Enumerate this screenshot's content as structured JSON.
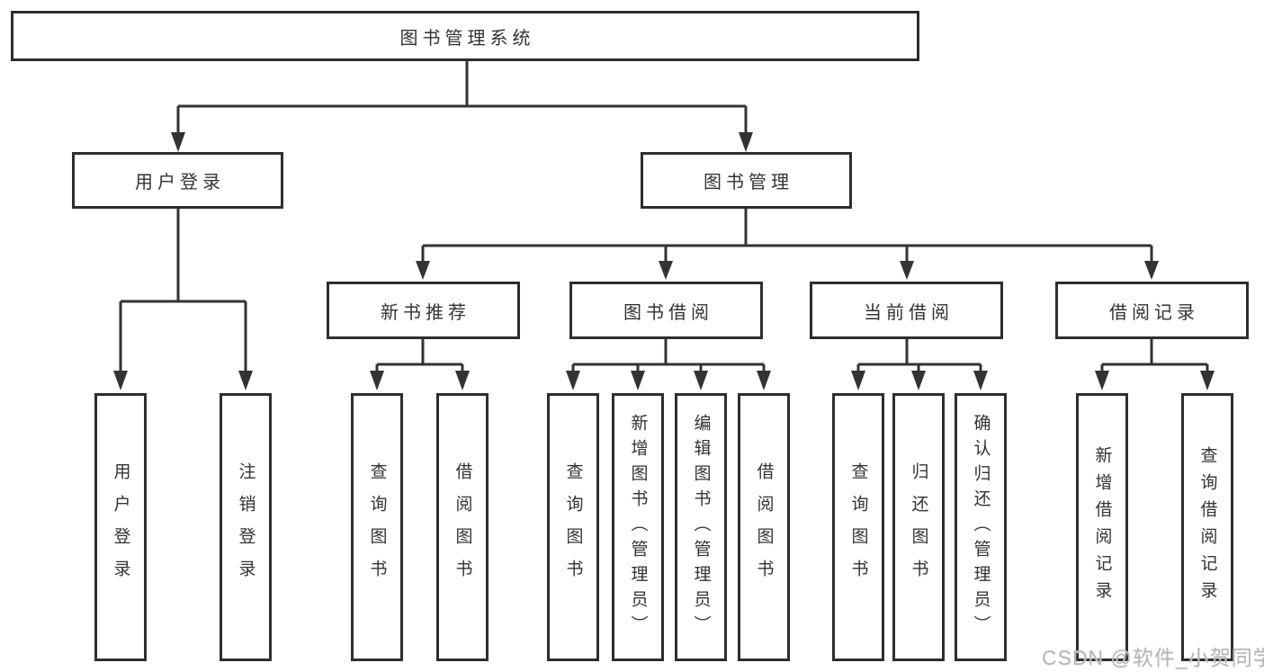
{
  "colors": {
    "line": "#333333",
    "box_border": "#2e2e2e",
    "text": "#333333",
    "watermark": "#b6b6b6",
    "background": "#ffffff"
  },
  "watermark": "CSDN @软件_小贺同学",
  "tree": {
    "label": "图书管理系统",
    "children": [
      {
        "label": "用户登录",
        "children": [
          {
            "label": "用户登录"
          },
          {
            "label": "注销登录"
          }
        ]
      },
      {
        "label": "图书管理",
        "children": [
          {
            "label": "新书推荐",
            "children": [
              {
                "label": "查询图书"
              },
              {
                "label": "借阅图书"
              }
            ]
          },
          {
            "label": "图书借阅",
            "children": [
              {
                "label": "查询图书"
              },
              {
                "label": "新增图书（管理员）"
              },
              {
                "label": "编辑图书（管理员）"
              },
              {
                "label": "借阅图书"
              }
            ]
          },
          {
            "label": "当前借阅",
            "children": [
              {
                "label": "查询图书"
              },
              {
                "label": "归还图书"
              },
              {
                "label": "确认归还（管理员）"
              }
            ]
          },
          {
            "label": "借阅记录",
            "children": [
              {
                "label": "新增借阅记录"
              },
              {
                "label": "查询借阅记录"
              }
            ]
          }
        ]
      }
    ]
  }
}
